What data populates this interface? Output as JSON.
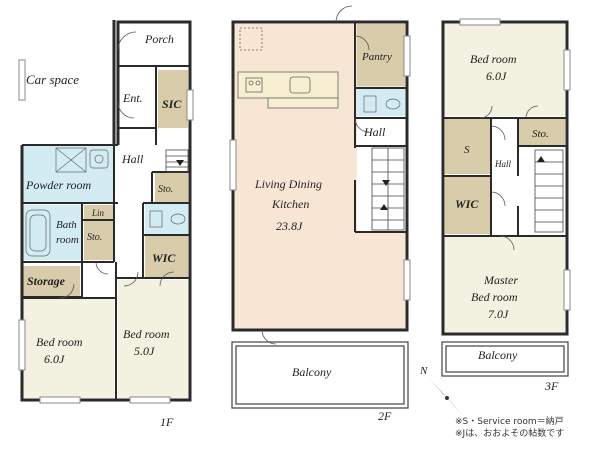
{
  "colors": {
    "wall": "#2a2a2a",
    "beige": "#f3f1df",
    "ldk": "#f8e6d4",
    "water": "#d3ecf4",
    "storage": "#d8ccaa",
    "white": "#ffffff"
  },
  "floor1": {
    "label": "1F",
    "porch": "Porch",
    "car_space": "Car space",
    "entrance": "Ent.",
    "sic": "SIC",
    "hall": "Hall",
    "powder_room": "Powder room",
    "storage_small": "Sto.",
    "bathroom_line1": "Bath",
    "bathroom_line2": "room",
    "linen": "Lin",
    "storage_bath": "Sto.",
    "wic": "WIC",
    "storage": "Storage",
    "bedroom_a_name": "Bed room",
    "bedroom_a_size": "6.0J",
    "bedroom_b_name": "Bed room",
    "bedroom_b_size": "5.0J"
  },
  "floor2": {
    "label": "2F",
    "pantry": "Pantry",
    "hall": "Hall",
    "ldk_line1": "Living Dining",
    "ldk_line2": "Kitchen",
    "ldk_size": "23.8J",
    "balcony": "Balcony"
  },
  "floor3": {
    "label": "3F",
    "bedroom_name": "Bed room",
    "bedroom_size": "6.0J",
    "storage": "Sto.",
    "service_room": "S",
    "hall": "Hall",
    "wic": "WIC",
    "master_line1": "Master",
    "master_line2": "Bed room",
    "master_size": "7.0J",
    "balcony": "Balcony"
  },
  "compass": {
    "north": "N"
  },
  "notes": {
    "service_room": "※S・Service room＝納戸",
    "tatami": "※Jは、おおよその帖数です"
  }
}
